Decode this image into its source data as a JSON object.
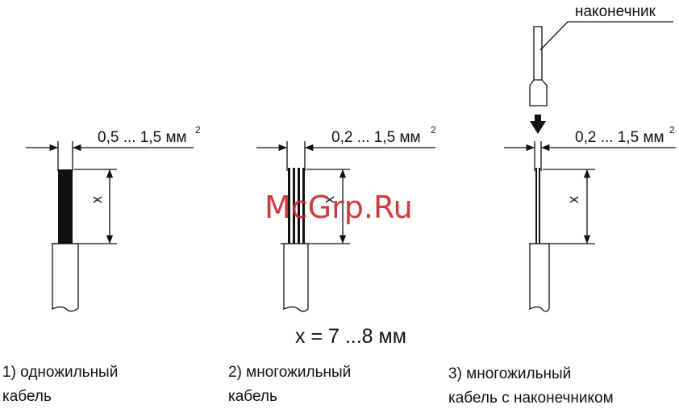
{
  "dimension_labels": {
    "single": "0,5 ... 1,5 мм",
    "stranded": "0,2 ... 1,5 мм",
    "ferrule": "0,2 ... 1,5 мм",
    "superscript": "2"
  },
  "strip_length_symbol": "x",
  "formula": "x = 7 ...8 мм",
  "ferrule_callout": "наконечник",
  "captions": {
    "single_line1": "1) одножильный",
    "single_line2": "кабель",
    "stranded_line1": "2) многожильный",
    "stranded_line2": "кабель",
    "ferrule_line1": "3) многожильный",
    "ferrule_line2": "кабель с наконечником"
  },
  "watermark": "McGrp.Ru",
  "colors": {
    "line": "#111111",
    "watermark": "#c8262a"
  }
}
